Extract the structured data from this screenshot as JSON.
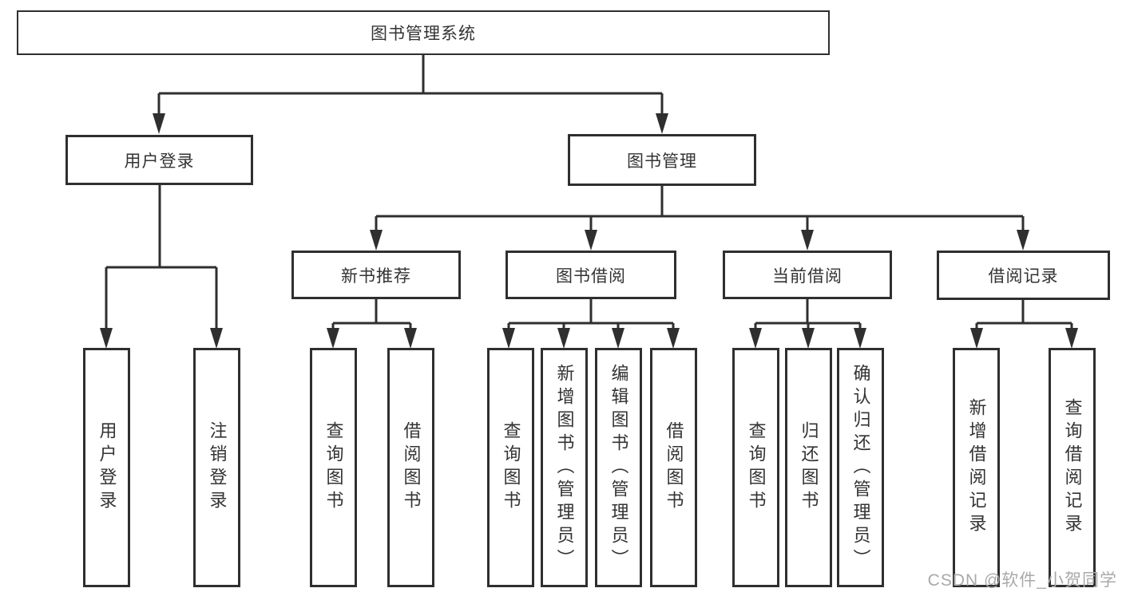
{
  "root": {
    "label": "图书管理系统"
  },
  "level2": {
    "user_login": {
      "label": "用户登录"
    },
    "book_mgmt": {
      "label": "图书管理"
    }
  },
  "level3": {
    "new_book": {
      "label": "新书推荐"
    },
    "book_borrow": {
      "label": "图书借阅"
    },
    "current_borrow": {
      "label": "当前借阅"
    },
    "borrow_records": {
      "label": "借阅记录"
    }
  },
  "leaves": {
    "user_login": [
      "用户登录",
      "注销登录"
    ],
    "new_book": [
      "查询图书",
      "借阅图书"
    ],
    "book_borrow": [
      "查询图书",
      "新增图书（管理员）",
      "编辑图书（管理员）",
      "借阅图书"
    ],
    "current_borrow": [
      "查询图书",
      "归还图书",
      "确认归还（管理员）"
    ],
    "borrow_records": [
      "新增借阅记录",
      "查询借阅记录"
    ]
  },
  "watermark": {
    "text": "CSDN @软件_小贺同学"
  },
  "colors": {
    "line": "#2f2f2f",
    "box_border": "#2f2f2f",
    "box_fill": "#ffffff",
    "text": "#333333",
    "watermark": "#a9a9a9",
    "background": "#ffffff"
  }
}
